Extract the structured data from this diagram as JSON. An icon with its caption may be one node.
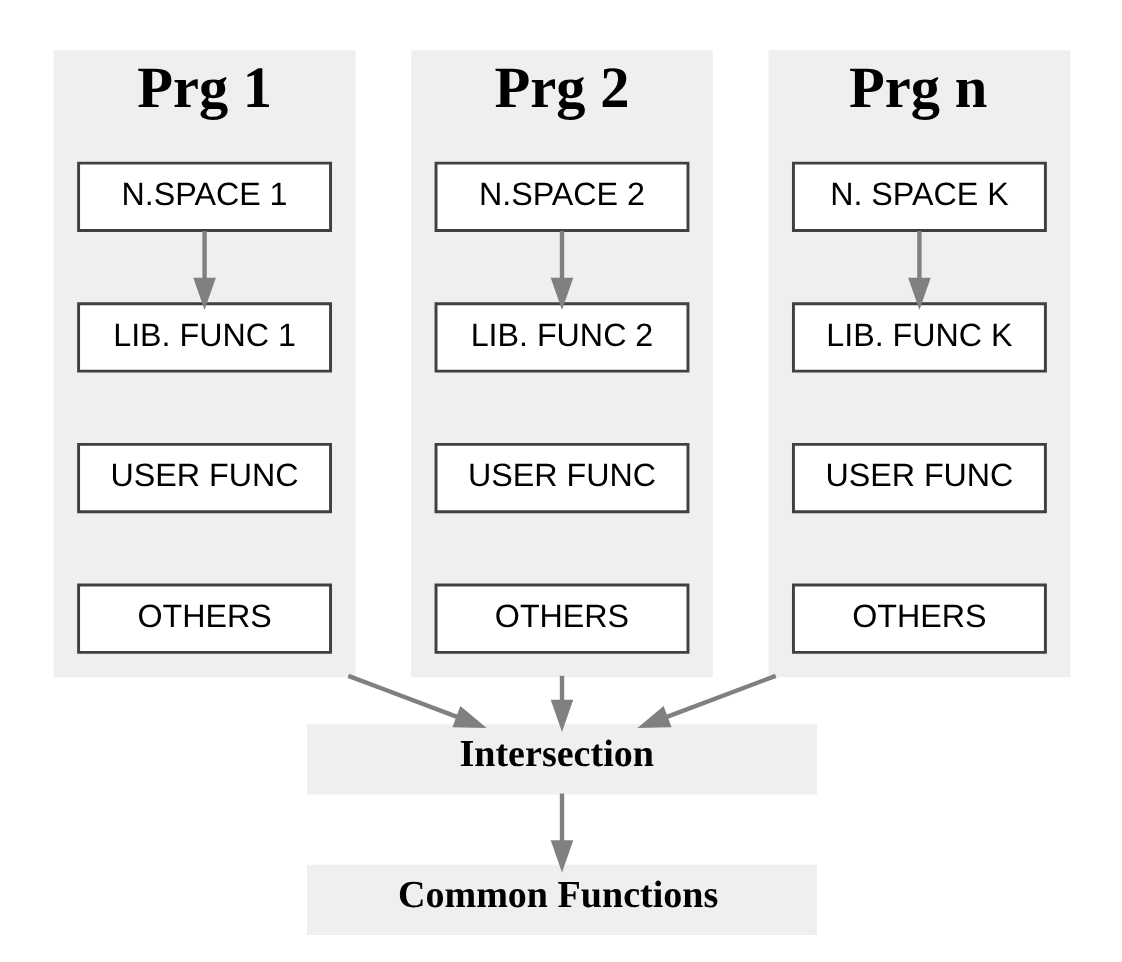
{
  "diagram": {
    "nodes": [
      {
        "text": [
          "Prg 1"
        ]
      },
      {
        "text": [
          "N.SPACE 1"
        ],
        "in": 0
      },
      {
        "text": [
          "LIB. FUNC 1"
        ],
        "in": 0
      },
      {
        "text": [
          "USER FUNC"
        ],
        "in": 0
      },
      {
        "text": [
          "OTHERS"
        ],
        "in": 0
      },
      {
        "text": [
          "Prg 2"
        ]
      },
      {
        "text": [
          "N.SPACE 2"
        ],
        "in": 5
      },
      {
        "text": [
          "LIB. FUNC 2"
        ],
        "in": 5
      },
      {
        "text": [
          "USER FUNC"
        ],
        "in": 5
      },
      {
        "text": [
          "OTHERS"
        ],
        "in": 5
      },
      {
        "text": [
          "Prg n"
        ]
      },
      {
        "text": [
          "N. SPACE K"
        ],
        "in": 10
      },
      {
        "text": [
          "LIB. FUNC K"
        ],
        "in": 10
      },
      {
        "text": [
          "USER FUNC"
        ],
        "in": 10
      },
      {
        "text": [
          "OTHERS"
        ],
        "in": 10
      },
      {
        "text": [
          "Intersection"
        ]
      },
      {
        "text": [
          "Common Functions"
        ]
      }
    ],
    "edges": [
      {
        "from": 1,
        "to": 2,
        "arrow": "to"
      },
      {
        "from": 6,
        "to": 7,
        "arrow": "to"
      },
      {
        "from": 11,
        "to": 12,
        "arrow": "to"
      },
      {
        "from": 0,
        "to": 15,
        "arrow": "to"
      },
      {
        "from": 5,
        "to": 15,
        "arrow": "to"
      },
      {
        "from": 10,
        "to": 15,
        "arrow": "to"
      },
      {
        "from": 15,
        "to": 16,
        "arrow": "to"
      }
    ]
  }
}
